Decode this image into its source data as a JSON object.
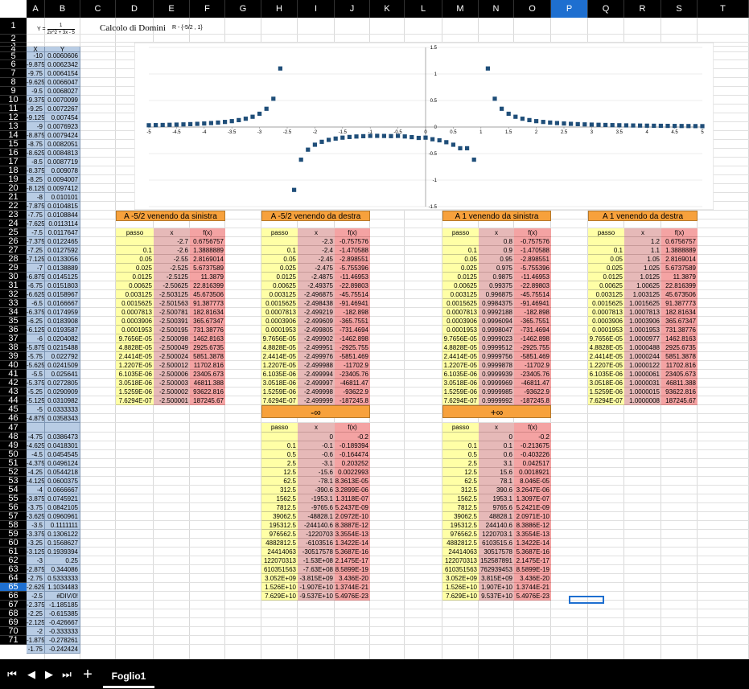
{
  "columns": [
    "A",
    "B",
    "C",
    "D",
    "E",
    "F",
    "G",
    "H",
    "I",
    "J",
    "K",
    "L",
    "M",
    "N",
    "O",
    "P",
    "Q",
    "R",
    "S",
    "T"
  ],
  "selected_column": "P",
  "rows": [
    "1",
    "2",
    "3",
    "4",
    "5",
    "6",
    "7",
    "8",
    "9",
    "10",
    "11",
    "12",
    "13",
    "14",
    "15",
    "16",
    "17",
    "18",
    "19",
    "20",
    "21",
    "22",
    "23",
    "24",
    "25",
    "26",
    "27",
    "28",
    "29",
    "30",
    "31",
    "32",
    "33",
    "34",
    "35",
    "36",
    "37",
    "38",
    "39",
    "40",
    "41",
    "42",
    "43",
    "44",
    "45",
    "46",
    "47",
    "48",
    "49",
    "50",
    "51",
    "52",
    "53",
    "54",
    "55",
    "56",
    "57",
    "58",
    "59",
    "60",
    "61",
    "62",
    "63",
    "64",
    "65",
    "66",
    "67",
    "68",
    "69",
    "70",
    "71"
  ],
  "selected_row": "65",
  "header": {
    "formula_lhs": "Y = ",
    "formula_num": "1",
    "formula_den": "2x^2 + 3x - 5",
    "title": "Calcolo di Domini",
    "domain_text": "R - {-5/2 , 1}"
  },
  "xy_table": {
    "x_label": "X",
    "y_label": "Y",
    "rows": [
      [
        "-10",
        "0.0060606"
      ],
      [
        "-9.875",
        "0.0062342"
      ],
      [
        "-9.75",
        "0.0064154"
      ],
      [
        "-9.625",
        "0.0066047"
      ],
      [
        "-9.5",
        "0.0068027"
      ],
      [
        "-9.375",
        "0.0070099"
      ],
      [
        "-9.25",
        "0.0072267"
      ],
      [
        "-9.125",
        "0.007454"
      ],
      [
        "-9",
        "0.0076923"
      ],
      [
        "-8.875",
        "0.0079424"
      ],
      [
        "-8.75",
        "0.0082051"
      ],
      [
        "-8.625",
        "0.0084813"
      ],
      [
        "-8.5",
        "0.0087719"
      ],
      [
        "-8.375",
        "0.009078"
      ],
      [
        "-8.25",
        "0.0094007"
      ],
      [
        "-8.125",
        "0.0097412"
      ],
      [
        "-8",
        "0.010101"
      ],
      [
        "-7.875",
        "0.0104815"
      ],
      [
        "-7.75",
        "0.0108844"
      ],
      [
        "-7.625",
        "0.0113114"
      ],
      [
        "-7.5",
        "0.0117647"
      ],
      [
        "-7.375",
        "0.0122465"
      ],
      [
        "-7.25",
        "0.0127592"
      ],
      [
        "-7.125",
        "0.0133056"
      ],
      [
        "-7",
        "0.0138889"
      ],
      [
        "-6.875",
        "0.0145125"
      ],
      [
        "-6.75",
        "0.0151803"
      ],
      [
        "-6.625",
        "0.0158967"
      ],
      [
        "-6.5",
        "0.0166667"
      ],
      [
        "-6.375",
        "0.0174959"
      ],
      [
        "-6.25",
        "0.0183908"
      ],
      [
        "-6.125",
        "0.0193587"
      ],
      [
        "-6",
        "0.0204082"
      ],
      [
        "-5.875",
        "0.0215488"
      ],
      [
        "-5.75",
        "0.022792"
      ],
      [
        "-5.625",
        "0.0241509"
      ],
      [
        "-5.5",
        "0.025641"
      ],
      [
        "-5.375",
        "0.0272805"
      ],
      [
        "-5.25",
        "0.0290909"
      ],
      [
        "-5.125",
        "0.0310982"
      ],
      [
        "-5",
        "0.0333333"
      ],
      [
        "-4.875",
        "0.0358343"
      ],
      [
        "",
        ""
      ],
      [
        "-4.75",
        "0.0386473"
      ],
      [
        "-4.625",
        "0.0418301"
      ],
      [
        "-4.5",
        "0.0454545"
      ],
      [
        "-4.375",
        "0.0496124"
      ],
      [
        "-4.25",
        "0.0544218"
      ],
      [
        "-4.125",
        "0.0600375"
      ],
      [
        "-4",
        "0.0666667"
      ],
      [
        "-3.875",
        "0.0745921"
      ],
      [
        "-3.75",
        "0.0842105"
      ],
      [
        "-3.625",
        "0.0960961"
      ],
      [
        "-3.5",
        "0.1111111"
      ],
      [
        "-3.375",
        "0.1306122"
      ],
      [
        "-3.25",
        "0.1568627"
      ],
      [
        "-3.125",
        "0.1939394"
      ],
      [
        "-3",
        "0.25"
      ],
      [
        "-2.875",
        "0.344086"
      ],
      [
        "-2.75",
        "0.5333333"
      ],
      [
        "-2.625",
        "1.1034483"
      ],
      [
        "-2.5",
        "#DIV/0!"
      ],
      [
        "-2.375",
        "-1.185185"
      ],
      [
        "-2.25",
        "-0.615385"
      ],
      [
        "-2.125",
        "-0.426667"
      ],
      [
        "-2",
        "-0.333333"
      ],
      [
        "-1.875",
        "-0.278261"
      ],
      [
        "-1.75",
        "-0.242424"
      ]
    ]
  },
  "chart_data": {
    "type": "scatter",
    "title": "",
    "xlim": [
      -5,
      5
    ],
    "ylim": [
      -1.5,
      1.5
    ],
    "x_ticks": [
      "-5",
      "-4.5",
      "-4",
      "-3.5",
      "-3",
      "-2.5",
      "-2",
      "-1.5",
      "-1",
      "-0.5",
      "0",
      "0.5",
      "1",
      "1.5",
      "2",
      "2.5",
      "3",
      "3.5",
      "4",
      "4.5",
      "5"
    ],
    "y_ticks": [
      "1.5",
      "1",
      "0.5",
      "0",
      "-0.5",
      "-1",
      "-1.5"
    ],
    "grid": true,
    "legend": "none",
    "marker_color": "#1f4e79",
    "series": [
      {
        "x": [
          -5,
          -4.875,
          -4.75,
          -4.625,
          -4.5,
          -4.375,
          -4.25,
          -4.125,
          -4,
          -3.875,
          -3.75,
          -3.625,
          -3.5,
          -3.375,
          -3.25,
          -3.125,
          -3,
          -2.875,
          -2.75,
          -2.625,
          -2.375,
          -2.25,
          -2.125,
          -2,
          -1.875,
          -1.75,
          -1.625,
          -1.5,
          -1.375,
          -1.25,
          -1.125,
          -1,
          -0.875,
          -0.75,
          -0.625,
          -0.5,
          -0.375,
          -0.25,
          -0.125,
          0,
          0.125,
          0.25,
          0.375,
          0.5,
          0.625,
          0.75,
          0.875,
          1.125,
          1.25,
          1.375,
          1.5,
          1.625,
          1.75,
          1.875,
          2,
          2.125,
          2.25,
          2.375,
          2.5,
          2.625,
          2.75,
          2.875,
          3,
          3.125,
          3.25,
          3.375,
          3.5,
          3.625,
          3.75,
          3.875,
          4,
          4.125,
          4.25,
          4.375,
          4.5,
          4.625,
          4.75,
          4.875,
          5
        ],
        "y": [
          0.0333,
          0.0358,
          0.0386,
          0.0418,
          0.0455,
          0.0496,
          0.0544,
          0.06,
          0.0667,
          0.0746,
          0.0842,
          0.0961,
          0.1111,
          0.1306,
          0.1569,
          0.1939,
          0.25,
          0.3441,
          0.5333,
          1.1034,
          -1.1852,
          -0.6154,
          -0.4267,
          -0.3333,
          -0.2783,
          -0.2424,
          -0.2175,
          -0.2,
          -0.1875,
          -0.1786,
          -0.1726,
          -0.1667,
          -0.1662,
          -0.1684,
          -0.1712,
          -0.1667,
          -0.1778,
          -0.1905,
          -0.2051,
          -0.2,
          -0.2302,
          -0.25,
          -0.2857,
          -0.3333,
          -0.4,
          -0.4,
          -0.6154,
          1.1034,
          0.5333,
          0.3441,
          0.25,
          0.1939,
          0.1569,
          0.1306,
          0.1111,
          0.0961,
          0.0842,
          0.0746,
          0.0667,
          0.06,
          0.0544,
          0.0496,
          0.0455,
          0.0418,
          0.0386,
          0.0358,
          0.0333,
          0.031,
          0.029,
          0.0273,
          0.0256,
          0.0241,
          0.0228,
          0.0215,
          0.0204,
          0.0194,
          0.0184,
          0.0175,
          0.0167
        ]
      }
    ]
  },
  "limit_tables": [
    {
      "title": "A -5/2 venendo da sinistra",
      "headers": [
        "passo",
        "x",
        "f(x)"
      ],
      "rows": [
        [
          "",
          "-2.7",
          "0.6756757"
        ],
        [
          "0.1",
          "-2.6",
          "1.3888889"
        ],
        [
          "0.05",
          "-2.55",
          "2.8169014"
        ],
        [
          "0.025",
          "-2.525",
          "5.6737589"
        ],
        [
          "0.0125",
          "-2.5125",
          "11.3879"
        ],
        [
          "0.00625",
          "-2.50625",
          "22.816399"
        ],
        [
          "0.003125",
          "-2.503125",
          "45.673506"
        ],
        [
          "0.0015625",
          "-2.501563",
          "91.387773"
        ],
        [
          "0.0007813",
          "-2.500781",
          "182.81634"
        ],
        [
          "0.0003906",
          "-2.500391",
          "365.67347"
        ],
        [
          "0.0001953",
          "-2.500195",
          "731.38776"
        ],
        [
          "9.7656E-05",
          "-2.500098",
          "1462.8163"
        ],
        [
          "4.8828E-05",
          "-2.500049",
          "2925.6735"
        ],
        [
          "2.4414E-05",
          "-2.500024",
          "5851.3878"
        ],
        [
          "1.2207E-05",
          "-2.500012",
          "11702.816"
        ],
        [
          "6.1035E-06",
          "-2.500006",
          "23405.673"
        ],
        [
          "3.0518E-06",
          "-2.500003",
          "46811.388"
        ],
        [
          "1.5259E-06",
          "-2.500002",
          "93622.816"
        ],
        [
          "7.6294E-07",
          "-2.500001",
          "187245.67"
        ]
      ]
    },
    {
      "title": "A -5/2 venendo da destra",
      "headers": [
        "passo",
        "x",
        "f(x)"
      ],
      "rows": [
        [
          "",
          "-2.3",
          "-0.757576"
        ],
        [
          "0.1",
          "-2.4",
          "-1.470588"
        ],
        [
          "0.05",
          "-2.45",
          "-2.898551"
        ],
        [
          "0.025",
          "-2.475",
          "-5.755396"
        ],
        [
          "0.0125",
          "-2.4875",
          "-11.46953"
        ],
        [
          "0.00625",
          "-2.49375",
          "-22.89803"
        ],
        [
          "0.003125",
          "-2.496875",
          "-45.75514"
        ],
        [
          "0.0015625",
          "-2.498438",
          "-91.46941"
        ],
        [
          "0.0007813",
          "-2.499219",
          "-182.898"
        ],
        [
          "0.0003906",
          "-2.499609",
          "-365.7551"
        ],
        [
          "0.0001953",
          "-2.499805",
          "-731.4694"
        ],
        [
          "9.7656E-05",
          "-2.499902",
          "-1462.898"
        ],
        [
          "4.8828E-05",
          "-2.499951",
          "-2925.755"
        ],
        [
          "2.4414E-05",
          "-2.499976",
          "-5851.469"
        ],
        [
          "1.2207E-05",
          "-2.499988",
          "-11702.9"
        ],
        [
          "6.1035E-06",
          "-2.499994",
          "-23405.76"
        ],
        [
          "3.0518E-06",
          "-2.499997",
          "-46811.47"
        ],
        [
          "1.5259E-06",
          "-2.499998",
          "-93622.9"
        ],
        [
          "7.6294E-07",
          "-2.499999",
          "-187245.8"
        ]
      ]
    },
    {
      "title": "A 1 venendo da sinistra",
      "headers": [
        "passo",
        "x",
        "f(x)"
      ],
      "rows": [
        [
          "",
          "0.8",
          "-0.757576"
        ],
        [
          "0.1",
          "0.9",
          "-1.470588"
        ],
        [
          "0.05",
          "0.95",
          "-2.898551"
        ],
        [
          "0.025",
          "0.975",
          "-5.755396"
        ],
        [
          "0.0125",
          "0.9875",
          "-11.46953"
        ],
        [
          "0.00625",
          "0.99375",
          "-22.89803"
        ],
        [
          "0.003125",
          "0.996875",
          "-45.75514"
        ],
        [
          "0.0015625",
          "0.9984375",
          "-91.46941"
        ],
        [
          "0.0007813",
          "0.9992188",
          "-182.898"
        ],
        [
          "0.0003906",
          "0.9996094",
          "-365.7551"
        ],
        [
          "0.0001953",
          "0.9998047",
          "-731.4694"
        ],
        [
          "9.7656E-05",
          "0.9999023",
          "-1462.898"
        ],
        [
          "4.8828E-05",
          "0.9999512",
          "-2925.755"
        ],
        [
          "2.4414E-05",
          "0.9999756",
          "-5851.469"
        ],
        [
          "1.2207E-05",
          "0.9999878",
          "-11702.9"
        ],
        [
          "6.1035E-06",
          "0.9999939",
          "-23405.76"
        ],
        [
          "3.0518E-06",
          "0.9999969",
          "-46811.47"
        ],
        [
          "1.5259E-06",
          "0.9999985",
          "-93622.9"
        ],
        [
          "7.6294E-07",
          "0.9999992",
          "-187245.8"
        ]
      ]
    },
    {
      "title": "A 1 venendo da destra",
      "headers": [
        "passo",
        "x",
        "f(x)"
      ],
      "rows": [
        [
          "",
          "1.2",
          "0.6756757"
        ],
        [
          "0.1",
          "1.1",
          "1.3888889"
        ],
        [
          "0.05",
          "1.05",
          "2.8169014"
        ],
        [
          "0.025",
          "1.025",
          "5.6737589"
        ],
        [
          "0.0125",
          "1.0125",
          "11.3879"
        ],
        [
          "0.00625",
          "1.00625",
          "22.816399"
        ],
        [
          "0.003125",
          "1.003125",
          "45.673506"
        ],
        [
          "0.0015625",
          "1.0015625",
          "91.387773"
        ],
        [
          "0.0007813",
          "1.0007813",
          "182.81634"
        ],
        [
          "0.0003906",
          "1.0003906",
          "365.67347"
        ],
        [
          "0.0001953",
          "1.0001953",
          "731.38776"
        ],
        [
          "9.7656E-05",
          "1.0000977",
          "1462.8163"
        ],
        [
          "4.8828E-05",
          "1.0000488",
          "2925.6735"
        ],
        [
          "2.4414E-05",
          "1.0000244",
          "5851.3878"
        ],
        [
          "1.2207E-05",
          "1.0000122",
          "11702.816"
        ],
        [
          "6.1035E-06",
          "1.0000061",
          "23405.673"
        ],
        [
          "3.0518E-06",
          "1.0000031",
          "46811.388"
        ],
        [
          "1.5259E-06",
          "1.0000015",
          "93622.816"
        ],
        [
          "7.6294E-07",
          "1.0000008",
          "187245.67"
        ]
      ]
    }
  ],
  "inf_tables": [
    {
      "title": "-∞",
      "headers": [
        "passo",
        "x",
        "f(x)"
      ],
      "rows": [
        [
          "",
          "0",
          "-0.2"
        ],
        [
          "0.1",
          "-0.1",
          "-0.189394"
        ],
        [
          "0.5",
          "-0.6",
          "-0.164474"
        ],
        [
          "2.5",
          "-3.1",
          "0.203252"
        ],
        [
          "12.5",
          "-15.6",
          "0.0022993"
        ],
        [
          "62.5",
          "-78.1",
          "8.3613E-05"
        ],
        [
          "312.5",
          "-390.6",
          "3.2899E-06"
        ],
        [
          "1562.5",
          "-1953.1",
          "1.3118E-07"
        ],
        [
          "7812.5",
          "-9765.6",
          "5.2437E-09"
        ],
        [
          "39062.5",
          "-48828.1",
          "2.0972E-10"
        ],
        [
          "195312.5",
          "-244140.6",
          "8.3887E-12"
        ],
        [
          "976562.5",
          "-1220703",
          "3.3554E-13"
        ],
        [
          "4882812.5",
          "-6103516",
          "1.3422E-14"
        ],
        [
          "24414063",
          "-30517578",
          "5.3687E-16"
        ],
        [
          "122070313",
          "-1.53E+08",
          "2.1475E-17"
        ],
        [
          "610351563",
          "-7.63E+08",
          "8.5899E-19"
        ],
        [
          "3.052E+09",
          "-3.815E+09",
          "3.436E-20"
        ],
        [
          "1.526E+10",
          "-1.907E+10",
          "1.3744E-21"
        ],
        [
          "7.629E+10",
          "-9.537E+10",
          "5.4976E-23"
        ]
      ]
    },
    {
      "title": "+∞",
      "headers": [
        "passo",
        "x",
        "f(x)"
      ],
      "rows": [
        [
          "",
          "0",
          "-0.2"
        ],
        [
          "0.1",
          "0.1",
          "-0.213675"
        ],
        [
          "0.5",
          "0.6",
          "-0.403226"
        ],
        [
          "2.5",
          "3.1",
          "0.042517"
        ],
        [
          "12.5",
          "15.6",
          "0.0018921"
        ],
        [
          "62.5",
          "78.1",
          "8.046E-05"
        ],
        [
          "312.5",
          "390.6",
          "3.2647E-06"
        ],
        [
          "1562.5",
          "1953.1",
          "1.3097E-07"
        ],
        [
          "7812.5",
          "9765.6",
          "5.2421E-09"
        ],
        [
          "39062.5",
          "48828.1",
          "2.0971E-10"
        ],
        [
          "195312.5",
          "244140.6",
          "8.3886E-12"
        ],
        [
          "976562.5",
          "1220703.1",
          "3.3554E-13"
        ],
        [
          "4882812.5",
          "6103515.6",
          "1.3422E-14"
        ],
        [
          "24414063",
          "30517578",
          "5.3687E-16"
        ],
        [
          "122070313",
          "152587891",
          "2.1475E-17"
        ],
        [
          "610351563",
          "762939453",
          "8.5899E-19"
        ],
        [
          "3.052E+09",
          "3.815E+09",
          "3.436E-20"
        ],
        [
          "1.526E+10",
          "1.907E+10",
          "1.3744E-21"
        ],
        [
          "7.629E+10",
          "9.537E+10",
          "5.4976E-23"
        ]
      ]
    }
  ],
  "tabs": {
    "sheet_name": "Foglio1",
    "add_label": "+",
    "first": "⏮",
    "prev": "◀",
    "next": "▶",
    "last": "⏭"
  }
}
